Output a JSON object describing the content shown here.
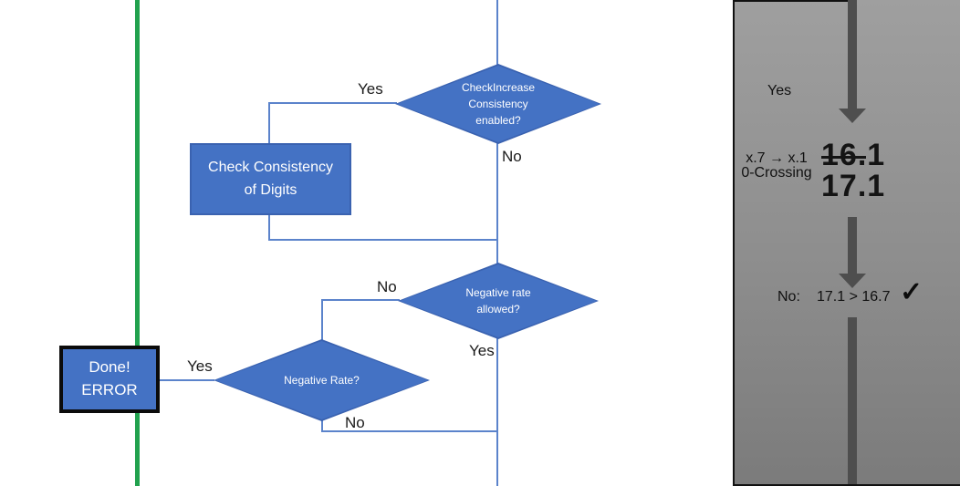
{
  "flowchart": {
    "decision_checkincrease": {
      "line1": "CheckIncrease",
      "line2": "Consistency",
      "line3": "enabled?"
    },
    "process_check_consistency": {
      "line1": "Check Consistency",
      "line2": "of Digits"
    },
    "decision_negative_rate_allowed": {
      "line1": "Negative rate",
      "line2": "allowed?"
    },
    "decision_negative_rate": {
      "line1": "Negative Rate?"
    },
    "terminal_done_error": {
      "line1": "Done!",
      "line2": "ERROR"
    },
    "labels": {
      "checkincrease_yes": "Yes",
      "checkincrease_no": "No",
      "allowed_no": "No",
      "allowed_yes": "Yes",
      "negative_yes": "Yes",
      "negative_no": "No"
    }
  },
  "panel": {
    "yes_label": "Yes",
    "rule_line1": "x.7 → x.1",
    "rule_line2": "0-Crossing",
    "old_value": "16.1",
    "new_value": "17.1",
    "result_prefix": "No:",
    "result_comparison": "17.1 > 16.7",
    "checkmark": "✓"
  },
  "colors": {
    "node_blue": "#4472c4",
    "node_border": "#3a62b0",
    "connector_blue": "#5b83cb",
    "green_line": "#21a24e",
    "panel_gray_top": "#9f9f9f",
    "panel_gray_bottom": "#7b7b7b",
    "arrow_gray": "#4e4e4e",
    "done_border": "#0b0b0b"
  }
}
